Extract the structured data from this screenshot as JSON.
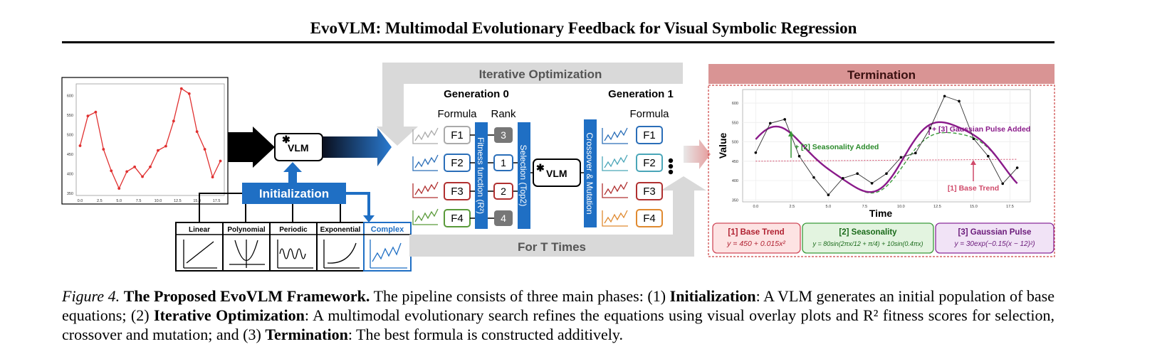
{
  "header": {
    "title": "EvoVLM: Multimodal Evolutionary Feedback for Visual Symbolic Regression"
  },
  "colors": {
    "blue": "#1565c0",
    "red": "#d03a3a",
    "green": "#3a9a3a",
    "purple": "#8a1a8a",
    "gray": "#d9d9d9",
    "termination_bar": "#d99494"
  },
  "figure": {
    "left_plot": {
      "x_ticks": [
        "0.0",
        "2.5",
        "5.0",
        "7.5",
        "10.0",
        "12.5",
        "15.0",
        "17.5"
      ],
      "y_ticks": [
        "350",
        "400",
        "450",
        "500",
        "550",
        "600"
      ]
    },
    "vlm_label": "VLM",
    "init_label": "Initialization",
    "prior_labels": [
      "Linear",
      "Polynomial",
      "Periodic",
      "Exponential",
      "Complex"
    ],
    "iter_title": "Iterative Optimization",
    "gen0": "Generation 0",
    "gen1": "Generation 1",
    "formula_label": "Formula",
    "rank_label": "Rank",
    "formulas": [
      "F1",
      "F2",
      "F3",
      "F4"
    ],
    "ranks": [
      "3",
      "1",
      "2",
      "4"
    ],
    "fitness_label": "Fitness function (R²)",
    "selection_label": "Selection (Top2)",
    "crossover_label": "Crossover & Mutation",
    "loop_label": "For T Times",
    "termination_title": "Termination",
    "term_plot": {
      "xlabel": "Time",
      "ylabel": "Value",
      "x_ticks": [
        "0.0",
        "2.5",
        "5.0",
        "7.5",
        "10.0",
        "12.5",
        "15.0",
        "17.5"
      ],
      "y_ticks": [
        "350",
        "400",
        "450",
        "500",
        "550",
        "600"
      ],
      "ann_season": "+ [2] Seasonality Added",
      "ann_gauss": "+ [3] Gaussian Pulse Added",
      "ann_base": "[1] Base Trend"
    },
    "term_boxes": [
      {
        "title": "[1] Base Trend",
        "eq": "y = 450 + 0.015x²"
      },
      {
        "title": "[2] Seasonality",
        "eq": "y = 80sin(2πx/12 + π/4) + 10sin(0.4πx)"
      },
      {
        "title": "[3] Gaussian Pulse",
        "eq": "y = 30exp(−0.15(x − 12)²)"
      }
    ]
  },
  "chart_data": {
    "type": "line",
    "title": "",
    "xlabel": "",
    "ylabel": "",
    "x": [
      0,
      1,
      2,
      3,
      4,
      5,
      6,
      7,
      8,
      9,
      10,
      11,
      12,
      13,
      14,
      15,
      16,
      17,
      18
    ],
    "series": [
      {
        "values": [
          472,
          548,
          558,
          463,
          408,
          363,
          406,
          418,
          393,
          418,
          460,
          471,
          535,
          618,
          605,
          508,
          463,
          392,
          433
        ]
      }
    ],
    "xlim": [
      -0.5,
      18.5
    ],
    "ylim": [
      345,
      630
    ],
    "grid": false
  },
  "caption": {
    "fig_label": "Figure 4.",
    "fig_title": "The Proposed EvoVLM Framework.",
    "s1": "The pipeline consists of three main phases: (1)",
    "init_term": "Initialization",
    "s2": ": A VLM generates an initial population of base equations; (2)",
    "iter_term": "Iterative Optimization",
    "s3": ": A multimodal evolutionary search refines the equations using visual overlay plots and R² fitness scores for selection, crossover and mutation; and (3)",
    "term_term": "Termination",
    "s4": ": The best formula is constructed additively."
  }
}
